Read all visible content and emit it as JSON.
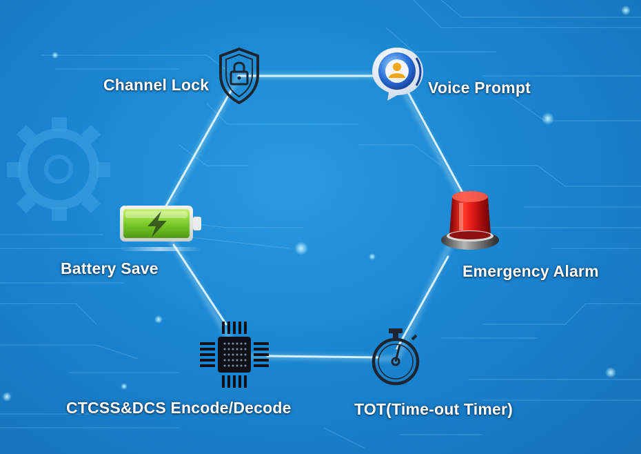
{
  "features": [
    {
      "id": "channel_lock",
      "label": "Channel Lock",
      "icon": "shield-lock-icon"
    },
    {
      "id": "voice_prompt",
      "label": "Voice Prompt",
      "icon": "voice-prompt-icon"
    },
    {
      "id": "emergency_alarm",
      "label": "Emergency Alarm",
      "icon": "alarm-beacon-icon"
    },
    {
      "id": "tot",
      "label": "TOT(Time-out Timer)",
      "icon": "stopwatch-icon"
    },
    {
      "id": "ctcss",
      "label": "CTCSS&DCS Encode/Decode",
      "icon": "chip-icon"
    },
    {
      "id": "battery_save",
      "label": "Battery Save",
      "icon": "battery-icon"
    }
  ],
  "colors": {
    "background": "#1a86d1",
    "glow_line": "#dff6ff",
    "icon_dark": "#1c2530",
    "alarm_red": "#e01818",
    "battery_green": "#7ccc2a"
  }
}
